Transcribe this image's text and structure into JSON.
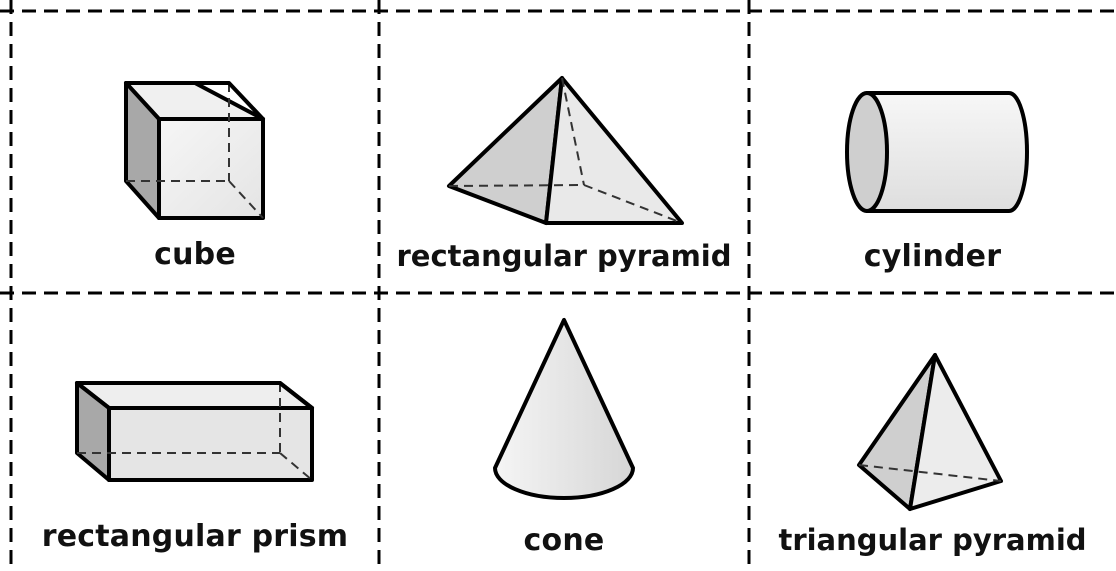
{
  "shapes": [
    {
      "label": "cube",
      "icon": "cube-icon"
    },
    {
      "label": "rectangular pyramid",
      "icon": "rectangular-pyramid-icon"
    },
    {
      "label": "cylinder",
      "icon": "cylinder-icon"
    },
    {
      "label": "rectangular prism",
      "icon": "rectangular-prism-icon"
    },
    {
      "label": "cone",
      "icon": "cone-icon"
    },
    {
      "label": "triangular pyramid",
      "icon": "triangular-pyramid-icon"
    }
  ],
  "colors": {
    "face_light": "#e8e8e8",
    "face_mid": "#d0d0d0",
    "face_dark": "#a8a8a8",
    "outline": "#000000"
  }
}
